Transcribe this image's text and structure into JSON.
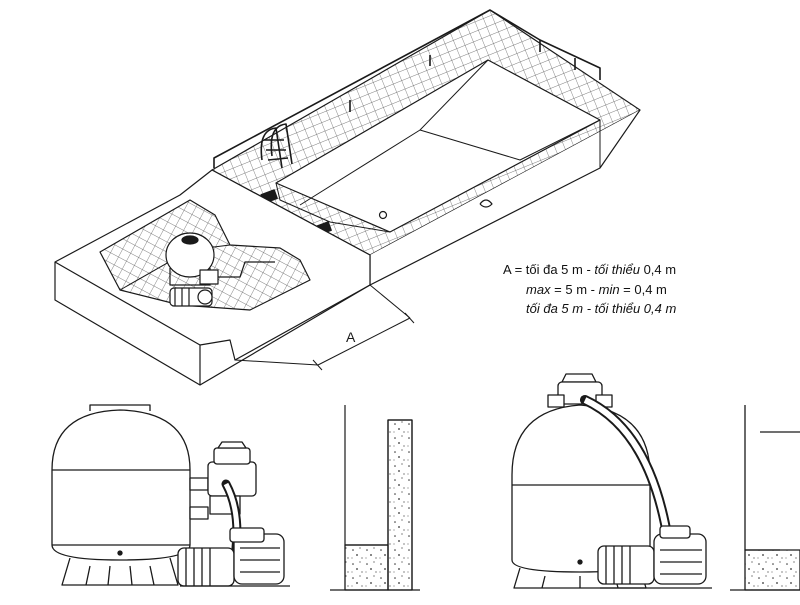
{
  "dimension": {
    "label": "A"
  },
  "spec": {
    "line1": {
      "a": "A = tối đa 5 m - ",
      "b": "tối thiểu",
      "c": " 0,4 m"
    },
    "line2": {
      "a": "max",
      "b": " = 5 m - ",
      "c": "min",
      "d": " = 0,4 m"
    },
    "line3": {
      "a": "tối đa 5 m - ",
      "b": "tối thiểu",
      "c": " 0,4 m"
    }
  },
  "colors": {
    "ink": "#1a1a1a",
    "tile": "#555555",
    "wall_fill": "#f2f2f2"
  }
}
